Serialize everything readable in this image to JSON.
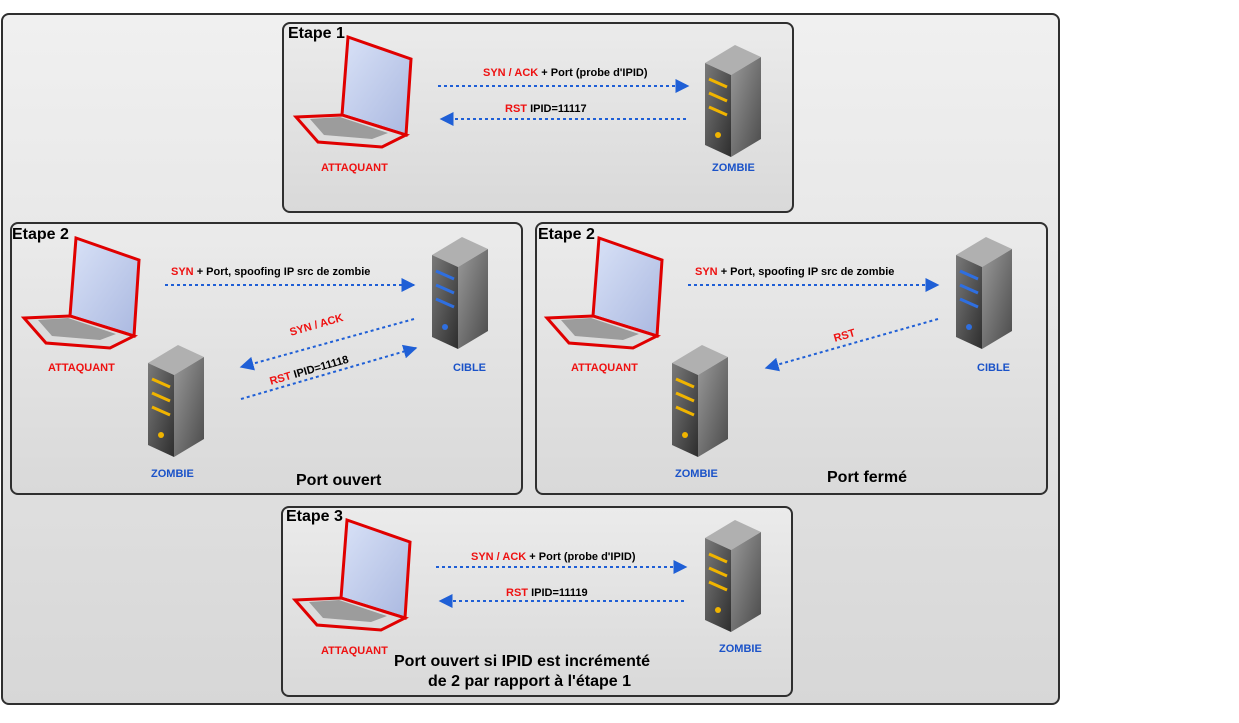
{
  "panels": {
    "etape1": {
      "title": "Etape 1"
    },
    "etape2_open": {
      "title": "Etape 2",
      "caption": "Port ouvert"
    },
    "etape2_closed": {
      "title": "Etape 2",
      "caption": "Port fermé"
    },
    "etape3": {
      "title": "Etape 3",
      "caption_line1": "Port ouvert si IPID est incrémenté",
      "caption_line2": "de 2 par rapport à l'étape 1"
    }
  },
  "nodes": {
    "attacker": "ATTAQUANT",
    "zombie": "ZOMBIE",
    "target": "CIBLE"
  },
  "messages": {
    "e1_probe_flag": "SYN / ACK",
    "e1_probe_rest": "+ Port (probe d'IPID)",
    "e1_reply_flag": "RST",
    "e1_reply_rest": "IPID=11117",
    "e2o_syn_flag": "SYN",
    "e2o_syn_rest": "+ Port, spoofing IP src de zombie",
    "e2o_synack": "SYN / ACK",
    "e2o_rst_flag": "RST",
    "e2o_rst_rest": "IPID=11118",
    "e2c_syn_flag": "SYN",
    "e2c_syn_rest": "+ Port, spoofing IP src de zombie",
    "e2c_rst": "RST",
    "e3_probe_flag": "SYN / ACK",
    "e3_probe_rest": "+ Port (probe d'IPID)",
    "e3_reply_flag": "RST",
    "e3_reply_rest": "IPID=11119"
  },
  "colors": {
    "flag_red": "#ee1111",
    "node_blue": "#1a52c8",
    "arrow_blue": "#1f5fd6",
    "laptop_red": "#e00000",
    "server_gray": "#555555",
    "led_yellow": "#f0b400",
    "led_blue": "#2f6fe0"
  },
  "icons": {
    "attacker": "laptop-icon",
    "zombie": "server-icon",
    "target": "server-icon"
  }
}
